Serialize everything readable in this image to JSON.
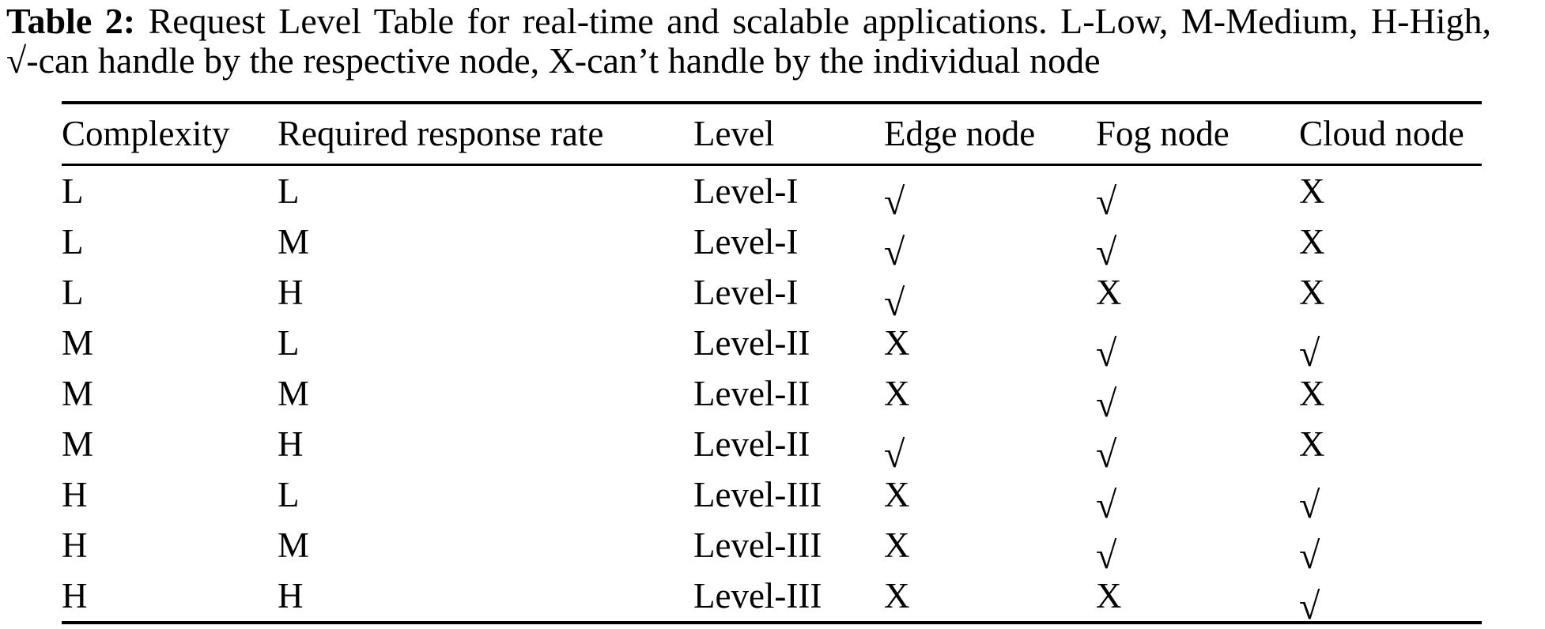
{
  "caption": {
    "label": "Table 2:",
    "line1_rest": "Request Level Table for real-time and scalable applications. L-Low, M-Medium, H-High,",
    "line2": "√-can handle by the respective node, X-can’t handle by the individual node"
  },
  "symbols": {
    "check": "√",
    "cross": "X"
  },
  "table": {
    "headers": [
      "Complexity",
      "Required response rate",
      "Level",
      "Edge node",
      "Fog node",
      "Cloud node"
    ],
    "rows": [
      [
        "L",
        "L",
        "Level-I",
        "√",
        "√",
        "X"
      ],
      [
        "L",
        "M",
        "Level-I",
        "√",
        "√",
        "X"
      ],
      [
        "L",
        "H",
        "Level-I",
        "√",
        "X",
        "X"
      ],
      [
        "M",
        "L",
        "Level-II",
        "X",
        "√",
        "√"
      ],
      [
        "M",
        "M",
        "Level-II",
        "X",
        "√",
        "X"
      ],
      [
        "M",
        "H",
        "Level-II",
        "√",
        "√",
        "X"
      ],
      [
        "H",
        "L",
        "Level-III",
        "X",
        "√",
        "√"
      ],
      [
        "H",
        "M",
        "Level-III",
        "X",
        "√",
        "√"
      ],
      [
        "H",
        "H",
        "Level-III",
        "X",
        "X",
        "√"
      ]
    ]
  }
}
